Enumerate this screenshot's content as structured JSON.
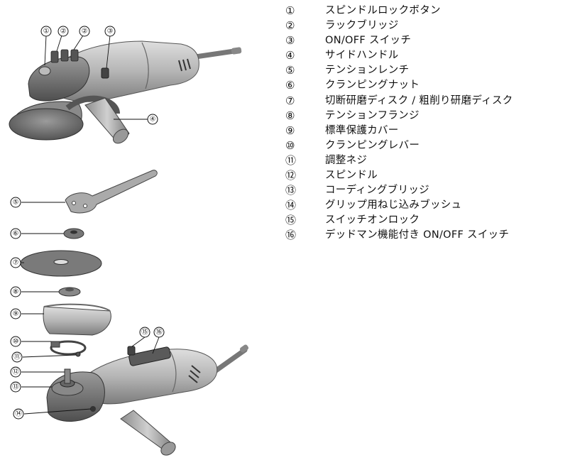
{
  "callouts": [
    "①",
    "②",
    "②",
    "③",
    "④",
    "⑤",
    "⑥",
    "⑦",
    "⑧",
    "⑨",
    "⑩",
    "⑪",
    "⑫",
    "⑬",
    "⑭",
    "⑮",
    "⑯"
  ],
  "legend": [
    {
      "num": "①",
      "label": "スピンドルロックボタン"
    },
    {
      "num": "②",
      "label": "ラックブリッジ"
    },
    {
      "num": "③",
      "label": "ON/OFF スイッチ"
    },
    {
      "num": "④",
      "label": "サイドハンドル"
    },
    {
      "num": "⑤",
      "label": "テンションレンチ"
    },
    {
      "num": "⑥",
      "label": "クランピングナット"
    },
    {
      "num": "⑦",
      "label": "切断研磨ディスク / 粗削り研磨ディスク"
    },
    {
      "num": "⑧",
      "label": "テンションフランジ"
    },
    {
      "num": "⑨",
      "label": "標準保護カバー"
    },
    {
      "num": "⑩",
      "label": "クランピングレバー"
    },
    {
      "num": "⑪",
      "label": "調整ネジ"
    },
    {
      "num": "⑫",
      "label": "スピンドル"
    },
    {
      "num": "⑬",
      "label": "コーディングブリッジ"
    },
    {
      "num": "⑭",
      "label": "グリップ用ねじ込みブッシュ"
    },
    {
      "num": "⑮",
      "label": "スイッチオンロック"
    },
    {
      "num": "⑯",
      "label": "デッドマン機能付き ON/OFF スイッチ"
    }
  ]
}
